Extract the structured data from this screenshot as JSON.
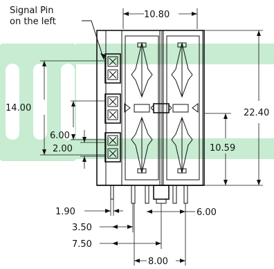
{
  "drawing": {
    "note_line1": "Signal Pin",
    "note_line2": "on the left",
    "watermark_color": "#c7ecd1",
    "ink_color": "#111111",
    "dimensions": {
      "top_width": "10.80",
      "overall_height": "22.40",
      "left_height": "14.00",
      "left_6": "6.00",
      "left_2": "2.00",
      "right_height": "10.59",
      "pin_1_90": "1.90",
      "pin_3_50": "3.50",
      "pin_7_50": "7.50",
      "pin_6_00": "6.00",
      "pin_8_00": "8.00"
    }
  }
}
